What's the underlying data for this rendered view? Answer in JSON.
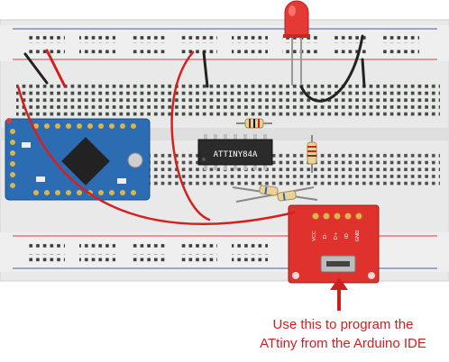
{
  "chip": {
    "label": "ATTINY84A"
  },
  "usb_board": {
    "pin_labels": [
      "VCC",
      "D-",
      "D+",
      "ID",
      "GND"
    ]
  },
  "caption": {
    "line1": "Use this to program the",
    "line2": "ATtiny from the Arduino IDE"
  },
  "colors": {
    "breadboard": "#e8e8e8",
    "rail_red": "#d93a3a",
    "rail_blue": "#3a5fb0",
    "wire_red": "#d4211f",
    "wire_black": "#222222",
    "pro_mini": "#2b6cb3",
    "usb_board": "#e0322d",
    "caption": "#d01f1f"
  }
}
